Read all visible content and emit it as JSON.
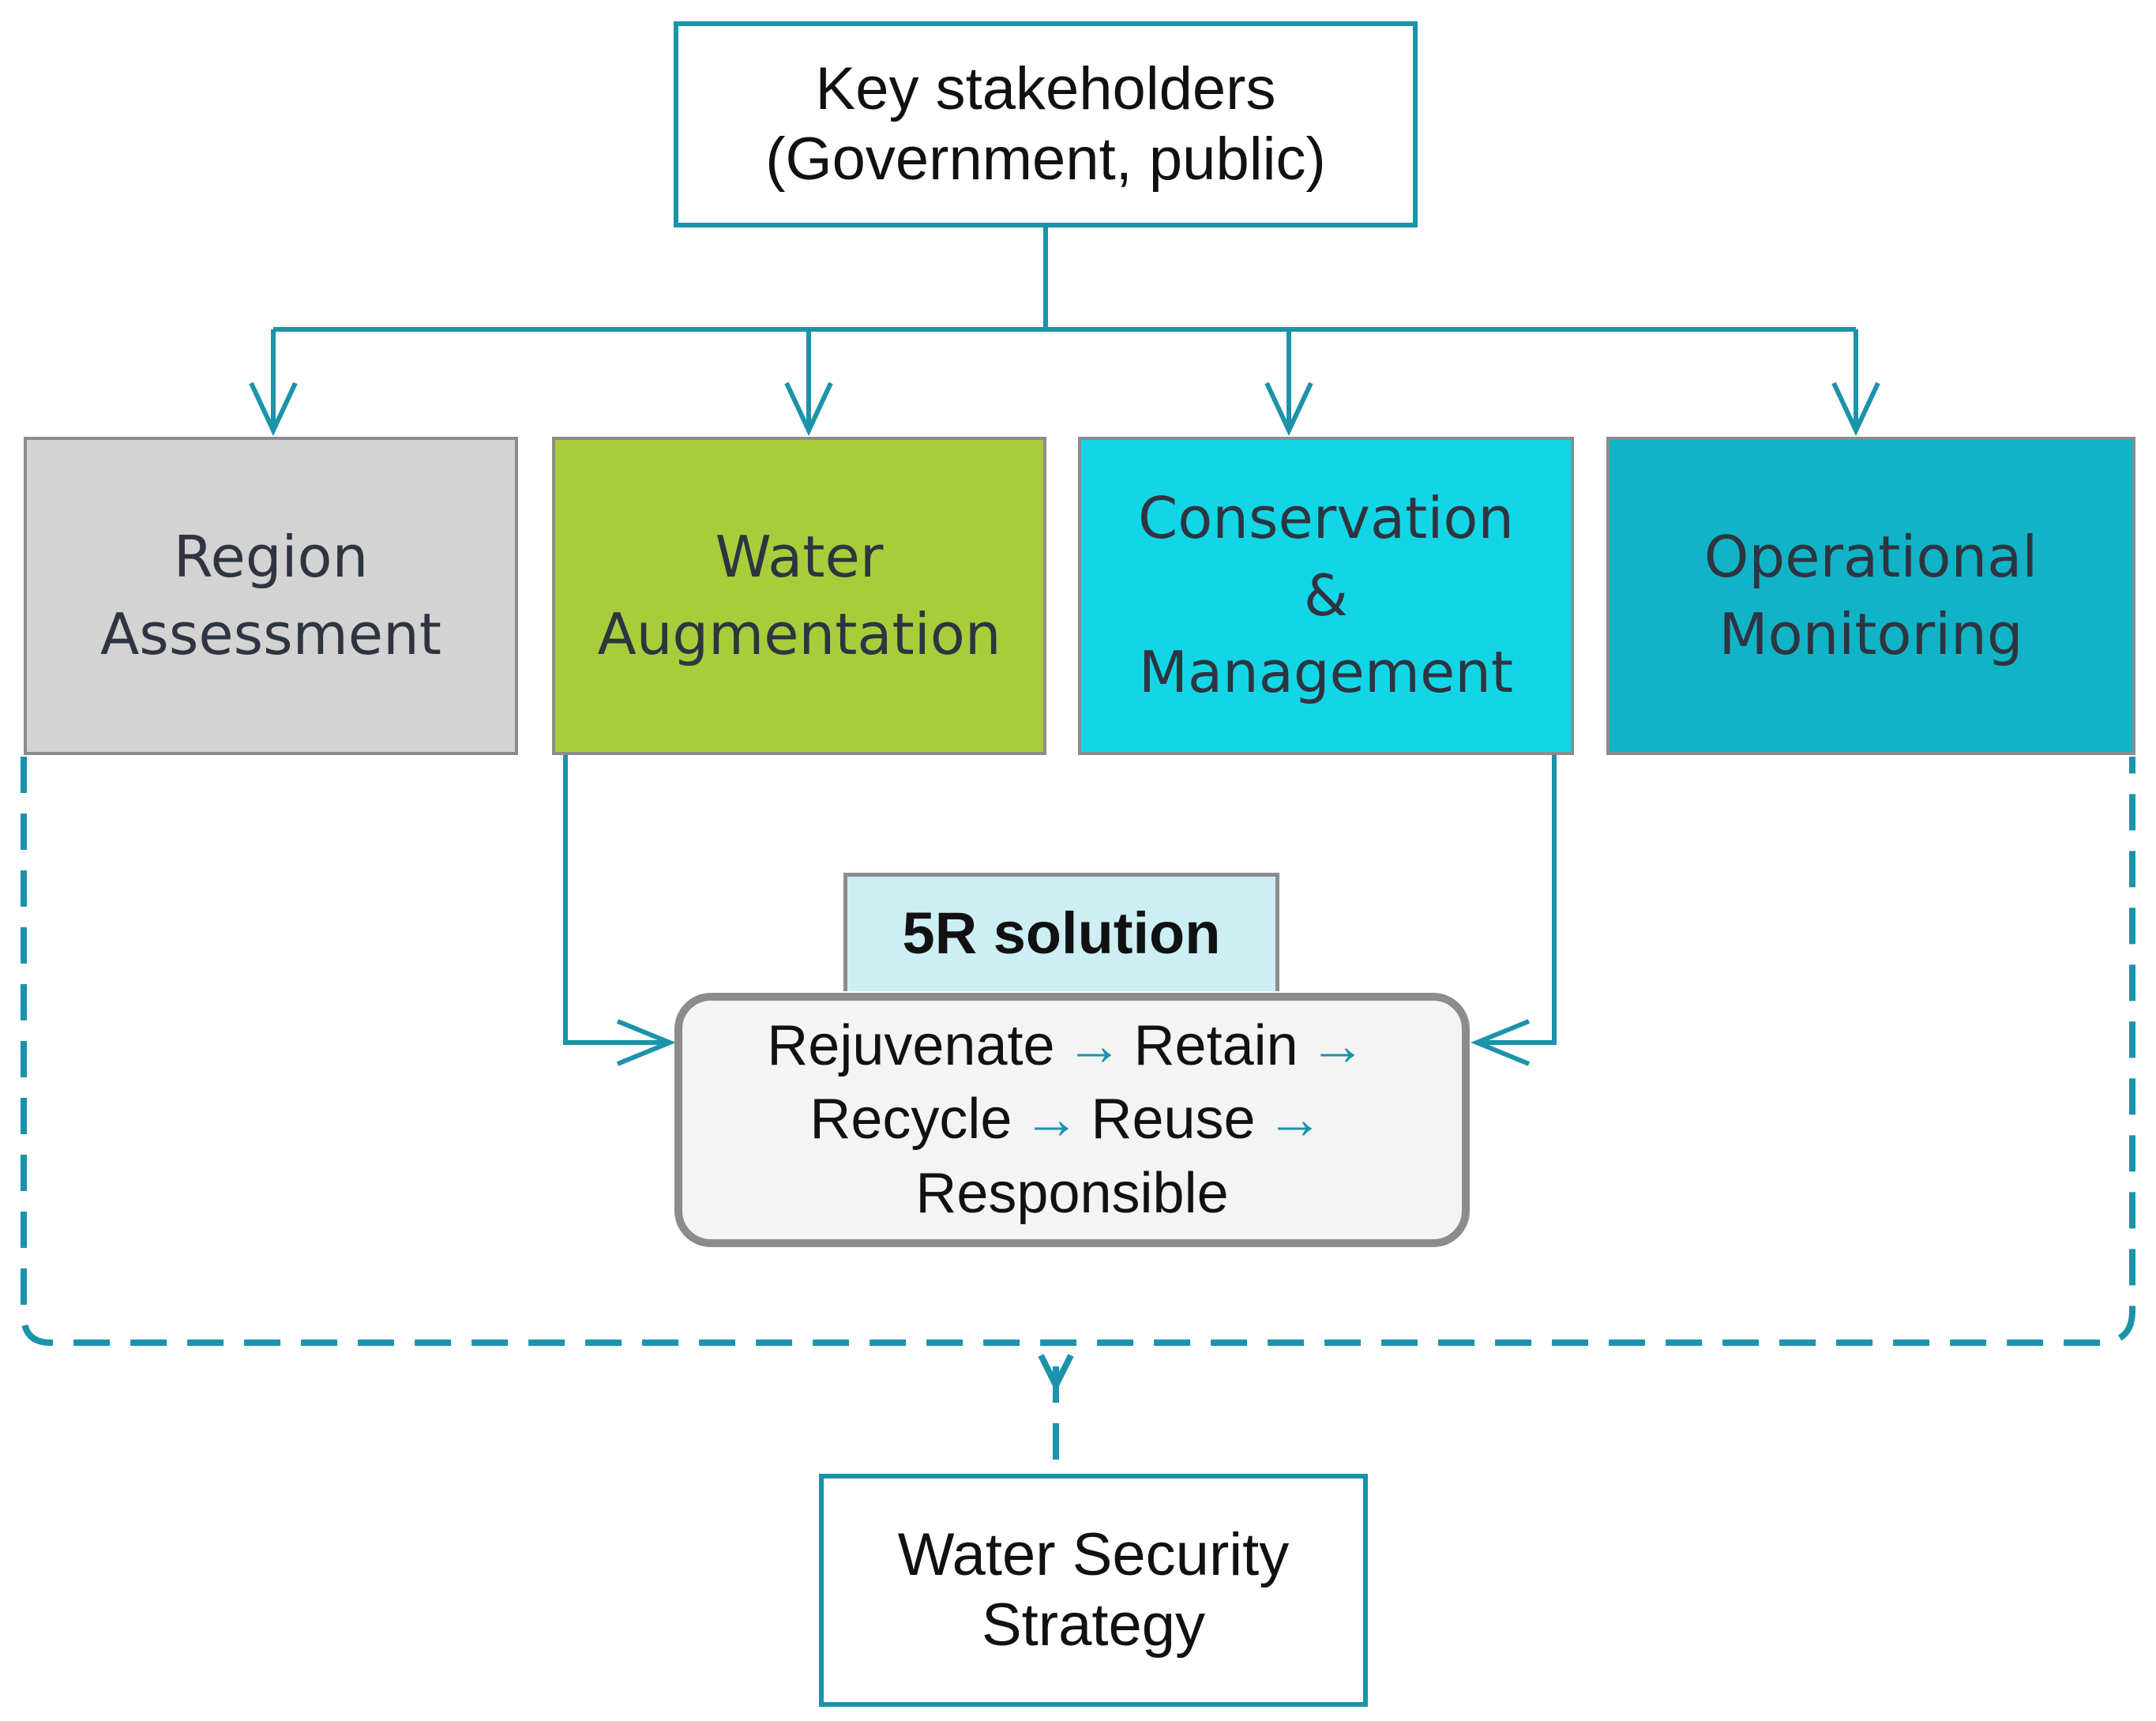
{
  "colors": {
    "connector": "#1b93ab",
    "region_assessment": "#d3d3d3",
    "water_augmentation": "#a9cd3a",
    "conservation_management": "#12d6e6",
    "operational_monitoring": "#10b4c6",
    "solution_label": "#cdeff3",
    "solution_steps": "#f4f4f4"
  },
  "stakeholders": {
    "line1": "Key stakeholders",
    "line2": "(Government, public)"
  },
  "categories": {
    "region": {
      "line1": "Region",
      "line2": "Assessment"
    },
    "water_aug": {
      "line1": "Water",
      "line2": "Augmentation"
    },
    "conservation": {
      "line1": "Conservation",
      "line2": "&",
      "line3": "Management"
    },
    "operational": {
      "line1": "Operational",
      "line2": "Monitoring"
    }
  },
  "solution": {
    "label": "5R solution",
    "arrow_icon": "right-arrow-icon",
    "arrow_glyph": "→",
    "steps": [
      "Rejuvenate",
      "Retain",
      "Recycle",
      "Reuse",
      "Responsible"
    ]
  },
  "strategy": {
    "line1": "Water Security",
    "line2": "Strategy"
  }
}
